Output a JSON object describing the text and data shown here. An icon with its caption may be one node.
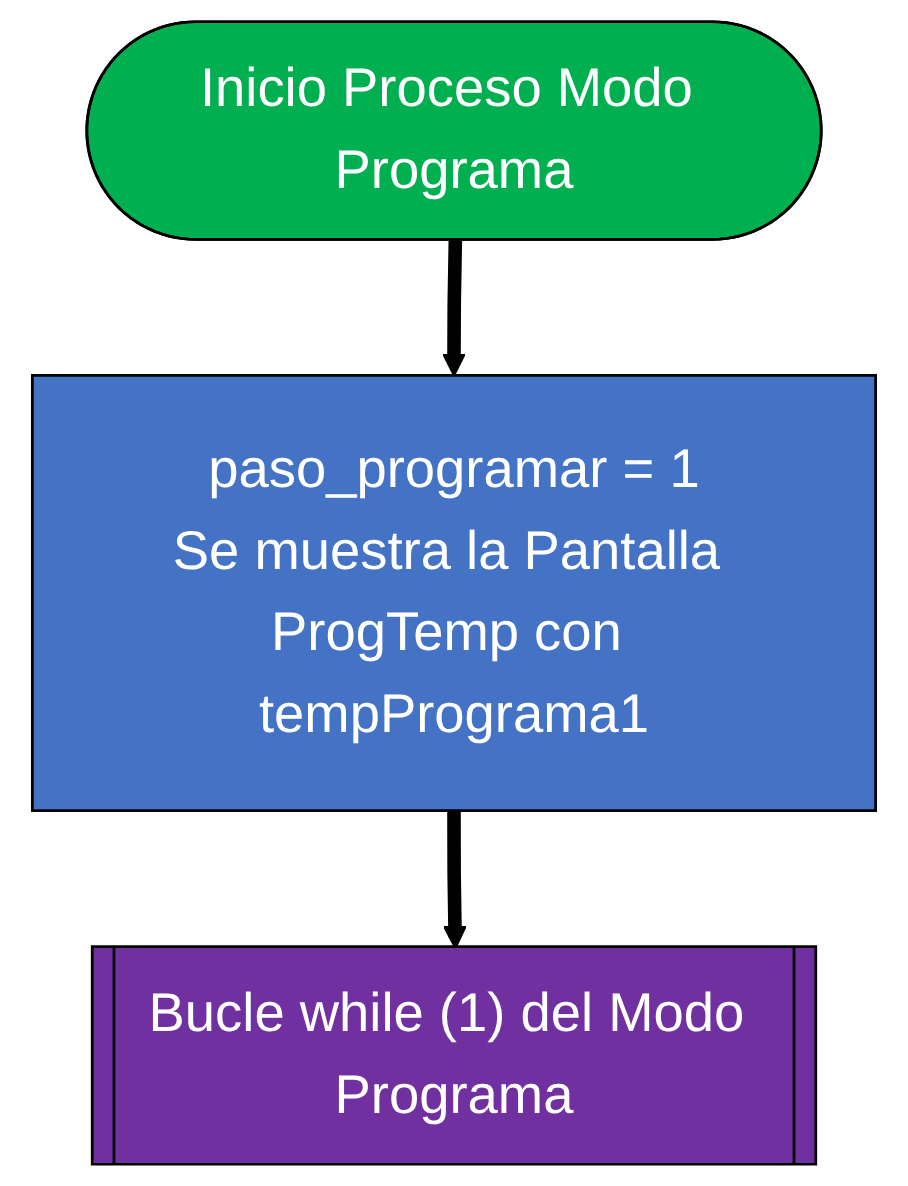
{
  "diagram": {
    "nodes": [
      {
        "text": [
          "Inicio Proceso Modo Programa"
        ]
      },
      {
        "text": [
          "paso_programar = 1",
          "Se muestra la Pantalla ProgTemp con tempPrograma1"
        ]
      },
      {
        "text": [
          "Bucle while (1) del Modo Programa"
        ]
      }
    ],
    "edges": [
      {
        "from": 0,
        "to": 1,
        "arrow": "to"
      },
      {
        "from": 1,
        "to": 2,
        "arrow": "to"
      }
    ]
  }
}
